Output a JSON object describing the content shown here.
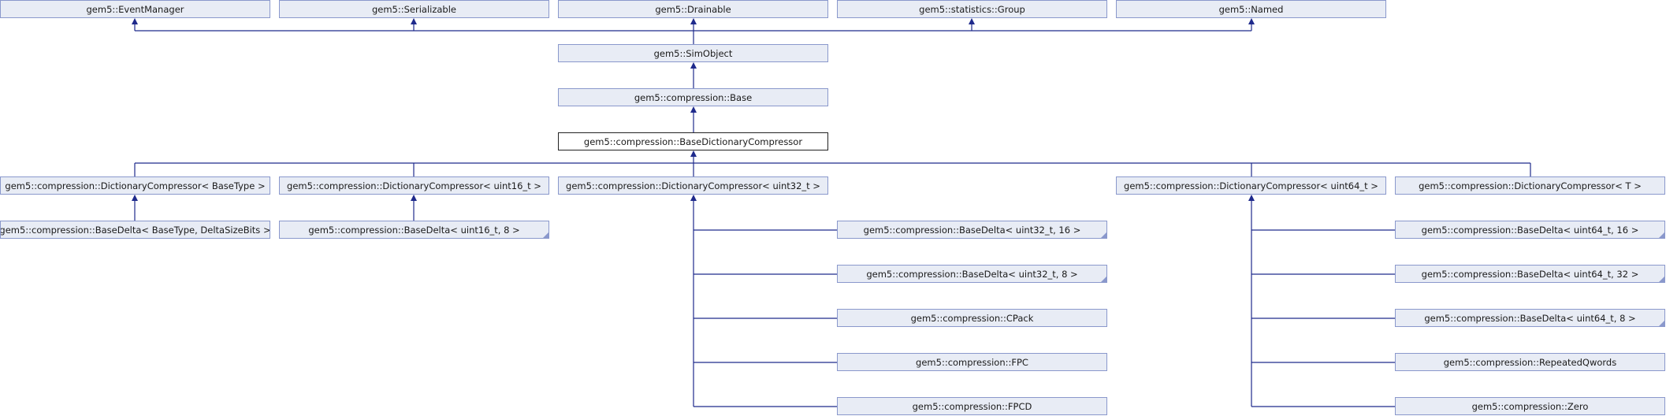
{
  "colors": {
    "edge": "#1f2a8c",
    "node_fill": "#e8ecf5",
    "node_border": "#8a98cc"
  },
  "nodes": {
    "event_manager": "gem5::EventManager",
    "serializable": "gem5::Serializable",
    "drainable": "gem5::Drainable",
    "statistics_group": "gem5::statistics::Group",
    "named": "gem5::Named",
    "sim_object": "gem5::SimObject",
    "compression_base": "gem5::compression::Base",
    "base_dictionary_compressor": "gem5::compression::BaseDictionaryCompressor",
    "dict_basetype": "gem5::compression::DictionaryCompressor< BaseType >",
    "dict_uint16": "gem5::compression::DictionaryCompressor< uint16_t >",
    "dict_uint32": "gem5::compression::DictionaryCompressor< uint32_t >",
    "dict_uint64": "gem5::compression::DictionaryCompressor< uint64_t >",
    "dict_t": "gem5::compression::DictionaryCompressor< T >",
    "basedelta_basetype": "gem5::compression::BaseDelta< BaseType, DeltaSizeBits >",
    "basedelta_uint16_8": "gem5::compression::BaseDelta< uint16_t, 8 >",
    "basedelta_uint32_16": "gem5::compression::BaseDelta< uint32_t, 16 >",
    "basedelta_uint32_8": "gem5::compression::BaseDelta< uint32_t, 8 >",
    "cpack": "gem5::compression::CPack",
    "fpc": "gem5::compression::FPC",
    "fpcd": "gem5::compression::FPCD",
    "basedelta_uint64_16": "gem5::compression::BaseDelta< uint64_t, 16 >",
    "basedelta_uint64_32": "gem5::compression::BaseDelta< uint64_t, 32 >",
    "basedelta_uint64_8": "gem5::compression::BaseDelta< uint64_t, 8 >",
    "repeated_qwords": "gem5::compression::RepeatedQwords",
    "zero": "gem5::compression::Zero"
  }
}
